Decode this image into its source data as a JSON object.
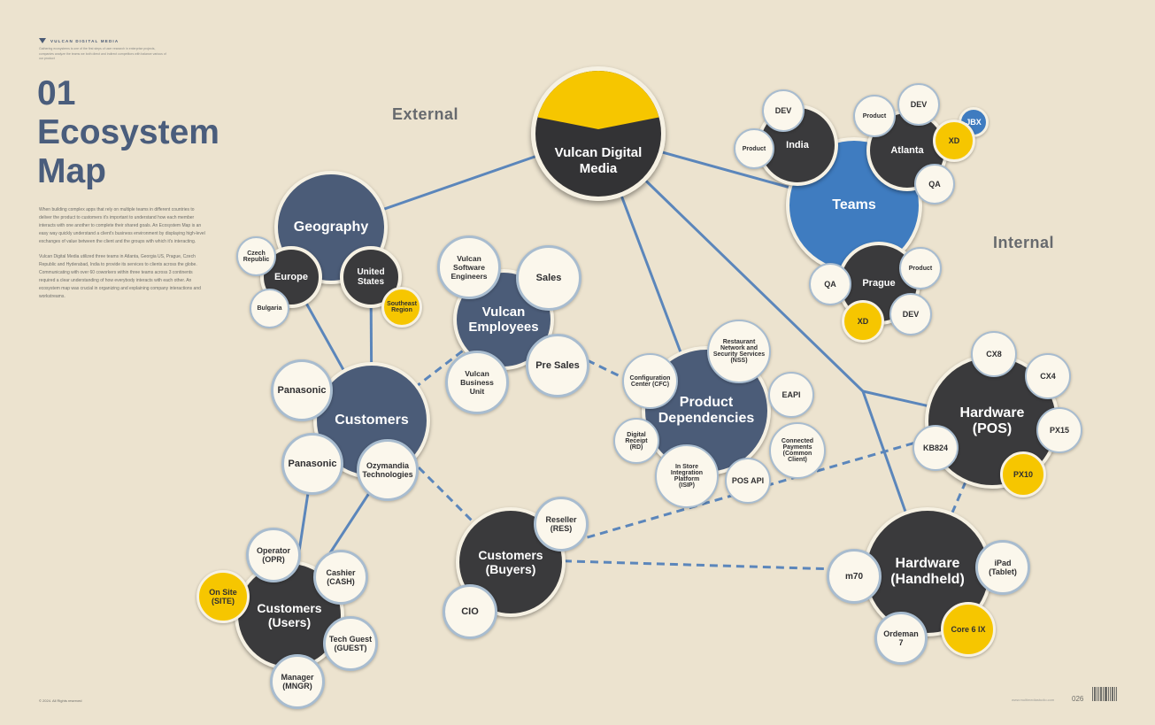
{
  "brand": {
    "name": "VULCAN DIGITAL MEDIA",
    "intro": "Gathering ecosystems is one of the first steps of user research in enterprise projects, companies analyze the teams we both direct and indirect competitors with balance various of our product"
  },
  "page_title": "01\nEcosystem\nMap",
  "body": {
    "p1": "When building complex apps that rely on multiple teams in different countries to deliver the product to customers it's important to understand how each member interacts with one another to complete their shared goals. An Ecosystem Map is an easy way quickly understand a client's business environment by displaying high-level exchanges of value between the client and the groups with which it's interacting.",
    "p2": "Vulcan Digital Media utilized three teams in Atlanta, Georgia US, Prague, Czech Republic and Hyderabad, India to provide its services to clients across the globe. Communicating with over 60 coworkers within three teams across 3 continents required a clear understanding of how everybody interacts with each other. An ecosystem map was crucial in organizing and explaining company interactions and workstreams."
  },
  "labels": {
    "external": "External",
    "internal": "Internal"
  },
  "hub": {
    "label": "Vulcan Digital\nMedia",
    "icon": "cube-box-icon"
  },
  "colors": {
    "navy": "#4b5c78",
    "dark": "#3a3a3c",
    "blue": "#3f7cc0",
    "yellow": "#f6c600",
    "cream": "#fbf7ec",
    "line": "#5b86bb",
    "background": "#ece3cf"
  },
  "nodes": {
    "geography": "Geography",
    "europe": "Europe",
    "czech": "Czech\nRepublic",
    "bulgaria": "Bulgaria",
    "us": "United\nStates",
    "southeast": "Southeast\nRegion",
    "customers": "Customers",
    "panasonic1": "Panasonic",
    "panasonic2": "Panasonic",
    "ozymandia": "Ozymandia\nTechnologies",
    "employees": "Vulcan\nEmployees",
    "engineers": "Vulcan\nSoftware\nEngineers",
    "sales": "Sales",
    "presales": "Pre Sales",
    "bizunit": "Vulcan\nBusiness\nUnit",
    "productdeps": "Product\nDependencies",
    "restaurant": "Restaurant\nNetwork and\nSecurity Services\n(NSS)",
    "cfc": "Configuration\nCenter (CFC)",
    "eapi": "EAPI",
    "rd": "Digital\nReceipt\n(RD)",
    "connected": "Connected\nPayments\n(Common\nClient)",
    "isip": "In Store\nIntegration\nPlatform\n(ISIP)",
    "posapi": "POS API",
    "buyers": "Customers\n(Buyers)",
    "reseller": "Reseller\n(RES)",
    "cio": "CIO",
    "users": "Customers\n(Users)",
    "opr": "Operator\n(OPR)",
    "cash": "Cashier\n(CASH)",
    "site": "On Site\n(SITE)",
    "guest": "Tech Guest\n(GUEST)",
    "mngr": "Manager\n(MNGR)",
    "teams": "Teams",
    "india": "India",
    "india_dev": "DEV",
    "india_product": "Product",
    "atlanta": "Atlanta",
    "atl_product": "Product",
    "atl_dev": "DEV",
    "atl_jbx": "JBX",
    "atl_xd": "XD",
    "atl_qa": "QA",
    "prague": "Prague",
    "pr_product": "Product",
    "pr_qa": "QA",
    "pr_xd": "XD",
    "pr_dev": "DEV",
    "pos": "Hardware\n(POS)",
    "cx8": "CX8",
    "cx4": "CX4",
    "px15": "PX15",
    "px10": "PX10",
    "kb824": "KB824",
    "handheld": "Hardware\n(Handheld)",
    "m70": "m70",
    "ipad": "iPad\n(Tablet)",
    "core6": "Core 6 IX",
    "ordeman": "Ordeman\n7"
  },
  "footer": {
    "copyright": "© 2024. All Rights reserved",
    "url": "www.multimediastudio.com",
    "page": "026"
  }
}
